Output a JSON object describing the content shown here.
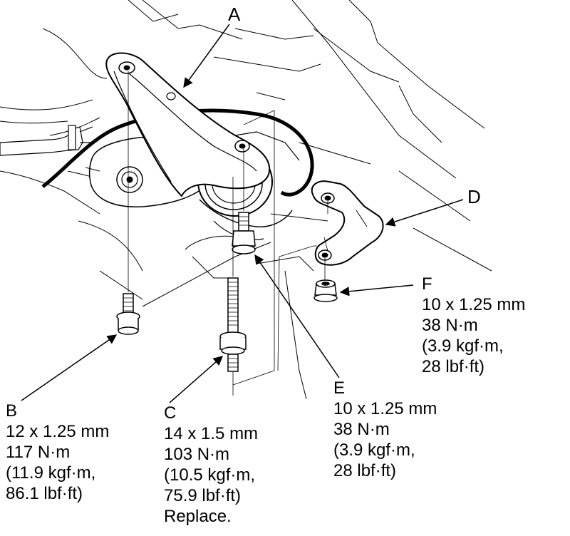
{
  "callouts": {
    "A": {
      "letter": "A"
    },
    "B": {
      "letter": "B",
      "lines": [
        "12 x 1.25 mm",
        "117 N·m",
        "(11.9 kgf·m,",
        "86.1 lbf·ft)"
      ]
    },
    "C": {
      "letter": "C",
      "lines": [
        "14 x 1.5 mm",
        "103 N·m",
        "(10.5 kgf·m,",
        "75.9 lbf·ft)",
        "Replace."
      ]
    },
    "D": {
      "letter": "D"
    },
    "E": {
      "letter": "E",
      "lines": [
        "10 x 1.25 mm",
        "38 N·m",
        "(3.9 kgf·m,",
        "28 lbf·ft)"
      ]
    },
    "F": {
      "letter": "F",
      "lines": [
        "10 x 1.25 mm",
        "38 N·m",
        "(3.9 kgf·m,",
        "28 lbf·ft)"
      ]
    }
  }
}
